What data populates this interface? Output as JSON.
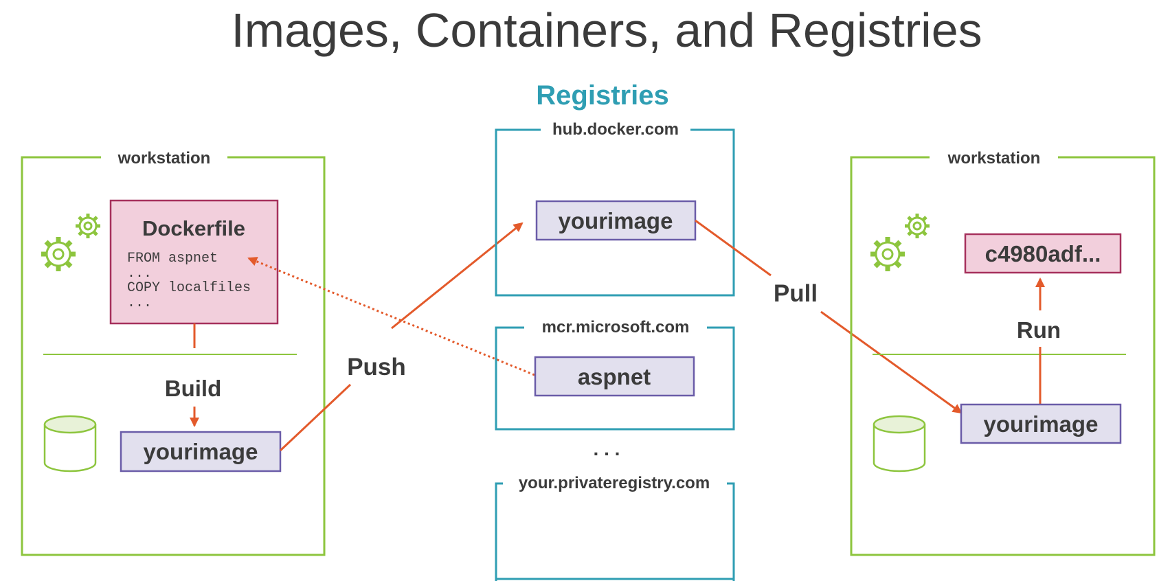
{
  "title": "Images, Containers, and Registries",
  "registries_heading": "Registries",
  "left_workstation": {
    "label": "workstation",
    "dockerfile": {
      "title": "Dockerfile",
      "lines": [
        "FROM aspnet",
        "...",
        "COPY localfiles",
        "..."
      ]
    },
    "build_label": "Build",
    "image_label": "yourimage"
  },
  "push_label": "Push",
  "registries": {
    "docker_hub": {
      "label": "hub.docker.com",
      "image_label": "yourimage"
    },
    "mcr": {
      "label": "mcr.microsoft.com",
      "image_label": "aspnet"
    },
    "ellipsis": ". . .",
    "private": {
      "label": "your.privateregistry.com"
    }
  },
  "pull_label": "Pull",
  "right_workstation": {
    "label": "workstation",
    "container_label": "c4980adf...",
    "run_label": "Run",
    "image_label": "yourimage"
  },
  "colors": {
    "workstation_border": "#8dc53e",
    "registry_border": "#2f9eb3",
    "registries_heading": "#2f9eb3",
    "arrow": "#e35a2b",
    "image_fill": "#e2e0ee",
    "image_border": "#6a5ca8",
    "dockerfile_fill": "#f2cfdc",
    "dockerfile_border": "#a6305c",
    "text_dark": "#3b3b3b"
  }
}
